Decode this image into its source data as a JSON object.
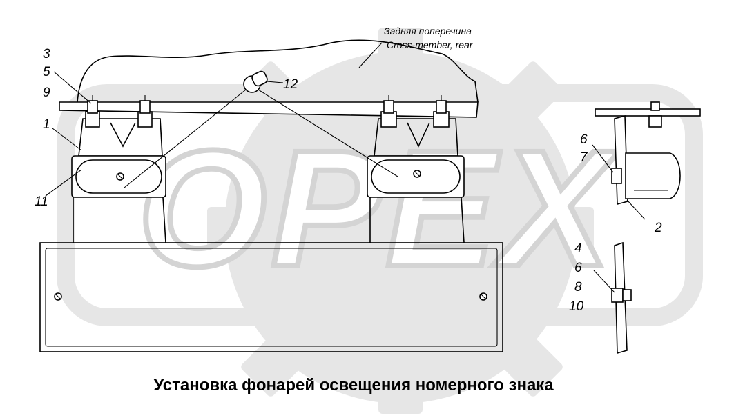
{
  "watermark": {
    "text": "OPEX"
  },
  "note": {
    "line_ru": "Задняя поперечина",
    "line_en": "Cross-member, rear"
  },
  "callouts": {
    "c3": "3",
    "c5": "5",
    "c9": "9",
    "c1": "1",
    "c11": "11",
    "c12": "12",
    "c6a": "6",
    "c7": "7",
    "c2": "2",
    "c4": "4",
    "c6b": "6",
    "c8": "8",
    "c10": "10"
  },
  "caption": "Установка фонарей освещения номерного знака"
}
